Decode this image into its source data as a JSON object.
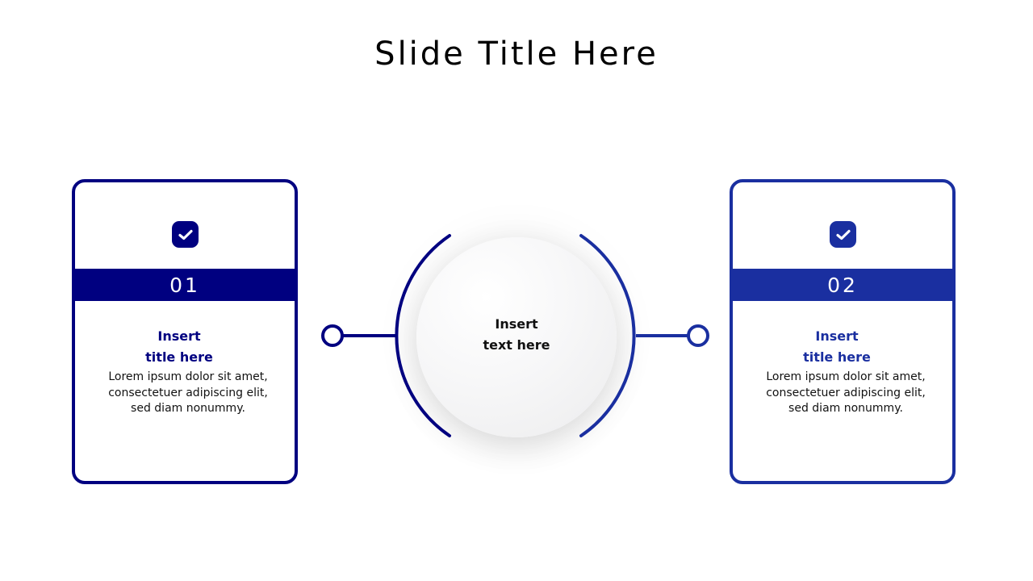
{
  "slide": {
    "title": "Slide Title Here"
  },
  "colors": {
    "card_1_accent": "#000080",
    "card_2_accent": "#1a2fa0",
    "center_circle": "#f4f4f5",
    "text": "#111111",
    "background": "#ffffff"
  },
  "center": {
    "text_line_1": "Insert",
    "text_line_2": "text here"
  },
  "cards": [
    {
      "number": "01",
      "icon": "check-icon",
      "title_line_1": "Insert",
      "title_line_2": "title here",
      "body": "Lorem ipsum dolor sit amet, consectetuer adipiscing elit, sed diam nonummy."
    },
    {
      "number": "02",
      "icon": "check-icon",
      "title_line_1": "Insert",
      "title_line_2": "title here",
      "body": "Lorem ipsum dolor sit amet, consectetuer adipiscing elit, sed diam nonummy."
    }
  ]
}
